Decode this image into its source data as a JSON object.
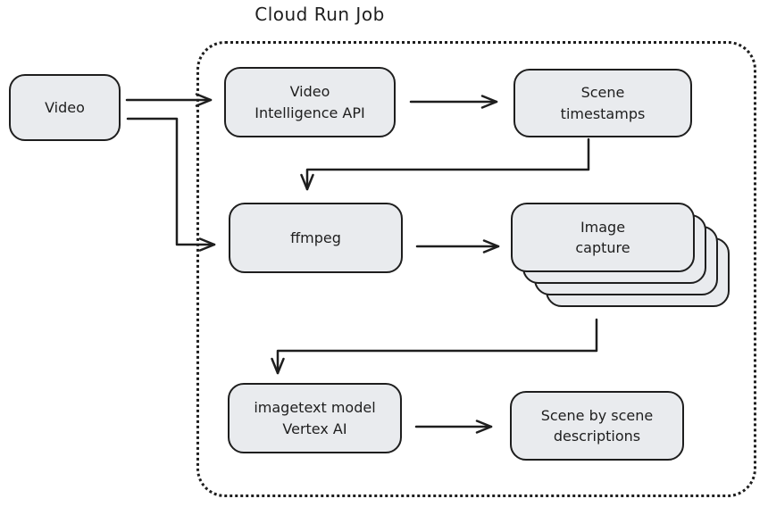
{
  "title": "Cloud Run Job",
  "colors": {
    "stroke": "#1e1e1e",
    "node_fill": "#e9ebee",
    "background": "#ffffff"
  },
  "nodes": {
    "video": {
      "label": [
        "Video"
      ]
    },
    "vi_api": {
      "label": [
        "Video",
        "Intelligence API"
      ]
    },
    "timestamps": {
      "label": [
        "Scene",
        "timestamps"
      ]
    },
    "ffmpeg": {
      "label": [
        "ffmpeg"
      ]
    },
    "capture": {
      "label": [
        "Image",
        "capture"
      ],
      "stack_count": 4
    },
    "imagetext": {
      "label": [
        "imagetext model",
        "Vertex AI"
      ]
    },
    "descriptions": {
      "label": [
        "Scene by scene",
        "descriptions"
      ]
    }
  },
  "edges": [
    {
      "from": "video",
      "to": "vi_api"
    },
    {
      "from": "video",
      "to": "ffmpeg"
    },
    {
      "from": "vi_api",
      "to": "timestamps"
    },
    {
      "from": "timestamps",
      "to": "ffmpeg"
    },
    {
      "from": "ffmpeg",
      "to": "capture"
    },
    {
      "from": "capture",
      "to": "imagetext"
    },
    {
      "from": "imagetext",
      "to": "descriptions"
    }
  ]
}
